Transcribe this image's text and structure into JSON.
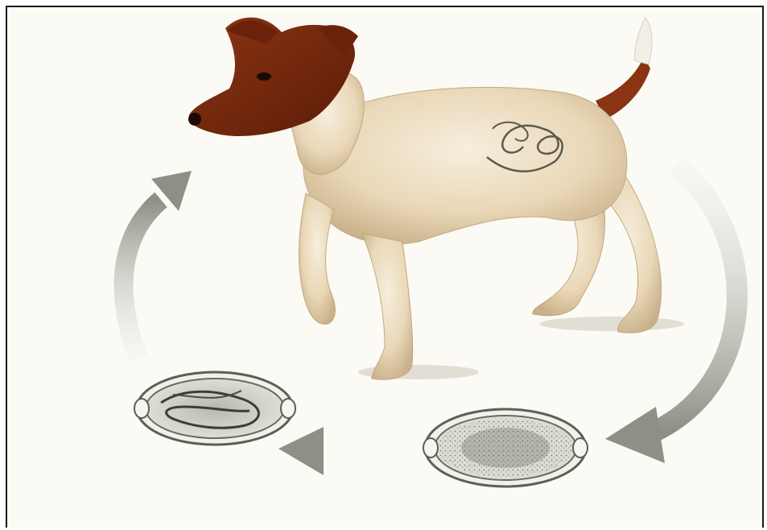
{
  "diagram": {
    "colors": {
      "background": "#fbfaf5",
      "frame": "#1a1a1a",
      "dog_coat": "#eadbbf",
      "dog_head": "#7a2a10",
      "arrow": "#9c9c92",
      "egg_shell": "#5e5e58",
      "worm": "#5b5b4c"
    },
    "icons": [
      "dog-illustration",
      "adult-worm-icon",
      "arrow-dog-to-egg",
      "unembryonated-egg",
      "arrow-egg-to-egg",
      "embryonated-egg",
      "arrow-egg-to-dog"
    ]
  }
}
